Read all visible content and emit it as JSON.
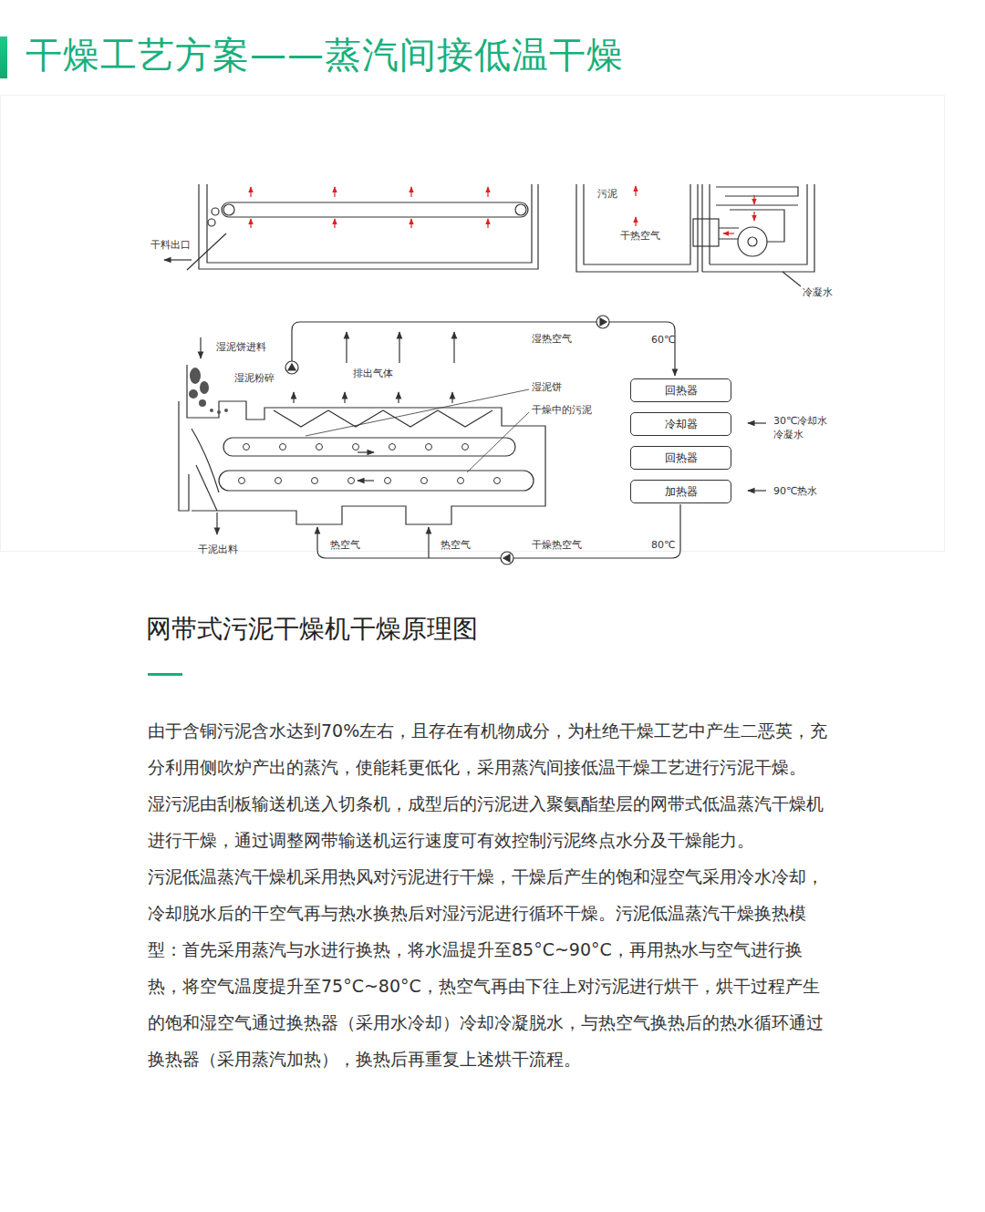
{
  "diagram": {
    "title": "干燥工艺方案——蒸汽间接低温干燥",
    "caption": "网带式污泥干燥机干燥原理图",
    "nodes": [
      {
        "text": [
          "回热器"
        ]
      },
      {
        "text": [
          "冷却器"
        ]
      },
      {
        "text": [
          "回热器"
        ]
      },
      {
        "text": [
          "加热器"
        ]
      }
    ],
    "labels": [
      "干料出口",
      "污泥",
      "干热空气",
      "冷凝水",
      "湿泥饼进料",
      "湿泥粉碎",
      "排出气体",
      "湿热空气",
      "60℃",
      "湿泥饼",
      "干燥中的污泥",
      "30℃冷却水",
      "冷凝水",
      "90℃热水",
      "干泥出料",
      "热空气",
      "热空气",
      "干燥热空气",
      "80℃",
      "由于含铜污泥含水达到70%左右，且存在有机物成分，为杜绝干燥工艺中产生二恶英，充分利用侧吹炉产出的蒸汽，使能耗更低化，采用蒸汽间接低温干燥工艺进行污泥干燥。",
      "湿污泥由刮板输送机送入切条机，成型后的污泥进入聚氨酯垫层的网带式低温蒸汽干燥机进行干燥，通过调整网带输送机运行速度可有效控制污泥终点水分及干燥能力。",
      "污泥低温蒸汽干燥机采用热风对污泥进行干燥，干燥后产生的饱和湿空气采用冷水冷却，冷却脱水后的干空气再与热水换热后对湿污泥进行循环干燥。污泥低温蒸汽干燥换热模型：首先采用蒸汽与水进行换热，将水温提升至85°C~90°C，再用热水与空气进行换热，将空气温度提升至75°C~80°C，热空气再由下往上对污泥进行烘干，烘干过程产生的饱和湿空气通过换热器（采用水冷却）冷却冷凝脱水，与热空气换热后的热水循环通过换热器（采用蒸汽加热），换热后再重复上述烘干流程。"
    ]
  }
}
